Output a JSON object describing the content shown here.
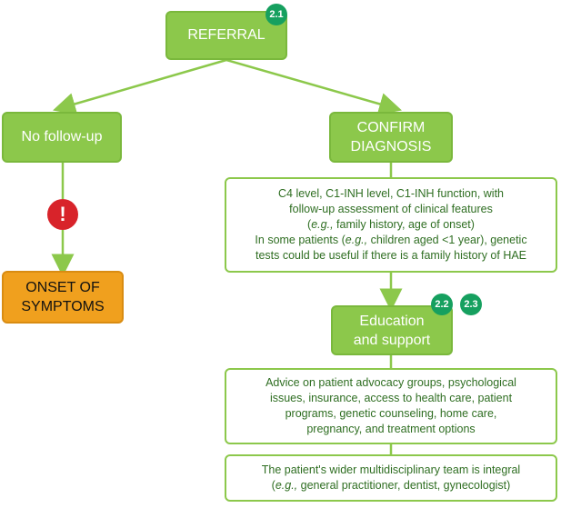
{
  "nodes": {
    "referral": "REFERRAL",
    "no_follow_up": "No follow-up",
    "onset": "ONSET OF\nSYMPTOMS",
    "confirm": "CONFIRM\nDIAGNOSIS",
    "education": "Education\nand support"
  },
  "badges": {
    "referral": "2.1",
    "education_a": "2.2",
    "education_b": "2.3"
  },
  "alert_symbol": "!",
  "tests_box": {
    "line1": "C4 level, C1-INH level, C1-INH function, with",
    "line2": "follow-up assessment of clinical features",
    "line3_pre": "(",
    "line3_eg": "e.g.,",
    "line3_post": " family history, age of onset)",
    "line4_pre": "In some patients (",
    "line4_eg": "e.g.,",
    "line4_post": " children aged <1 year), genetic",
    "line5": "tests could be useful if there is a family history of HAE"
  },
  "advice_box": {
    "line1": "Advice on patient advocacy groups, psychological",
    "line2": "issues, insurance, access to health care, patient",
    "line3": "programs, genetic counseling, home care,",
    "line4": "pregnancy, and treatment options"
  },
  "team_box": {
    "line1": "The patient's wider multidisciplinary team is integral",
    "line2_pre": "(",
    "line2_eg": "e.g.,",
    "line2_post": " general practitioner, dentist, gynecologist)"
  },
  "colors": {
    "node_green": "#8cc84b",
    "connector": "#8cc84b",
    "badge_green": "#16a05f",
    "onset_orange": "#f0a01e",
    "alert_red": "#d8232a",
    "text_dark_green": "#2f6e22"
  }
}
